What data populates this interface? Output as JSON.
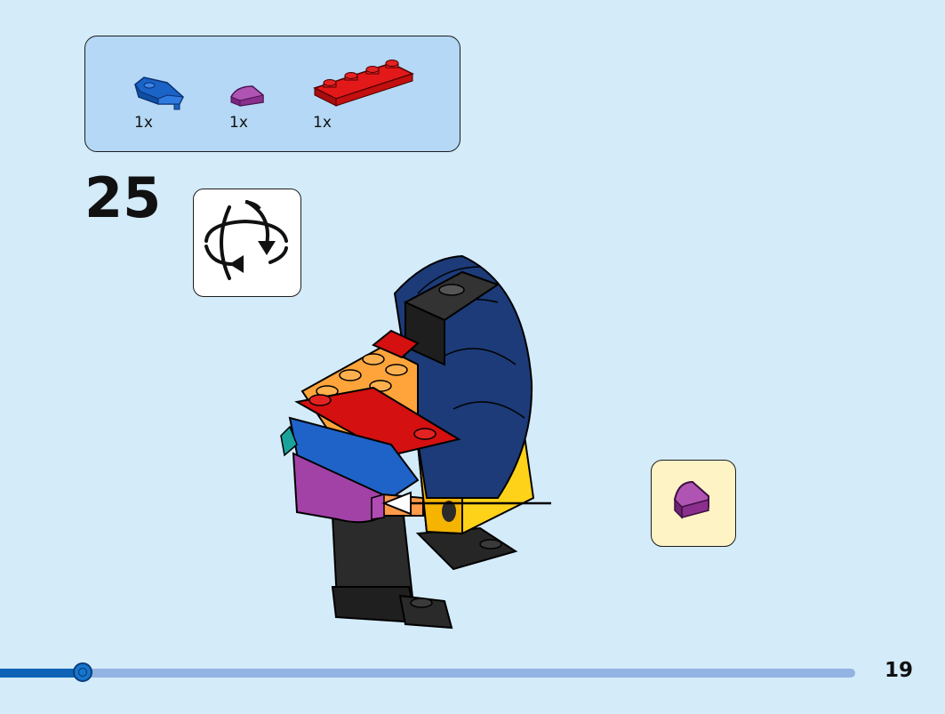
{
  "parts_box": {
    "items": [
      {
        "icon": "blue-wedge-plate-icon",
        "color": "#1a63c7",
        "qty": "1x"
      },
      {
        "icon": "purple-quarter-round-tile-icon",
        "color": "#9b3f9c",
        "qty": "1x"
      },
      {
        "icon": "red-plate-1x4-icon",
        "color": "#d40b0b",
        "qty": "1x"
      }
    ]
  },
  "step": {
    "number": "25",
    "rotate_icon": "rotate-model-icon"
  },
  "callout": {
    "icon": "purple-quarter-round-tile-icon",
    "color": "#9b3f9c",
    "background": "#fdf3c4"
  },
  "progress": {
    "fraction": 0.097,
    "track_color": "#93b3e3",
    "fill_color": "#0e63b6"
  },
  "page": {
    "number": "19",
    "background": "#d4ebfa"
  }
}
